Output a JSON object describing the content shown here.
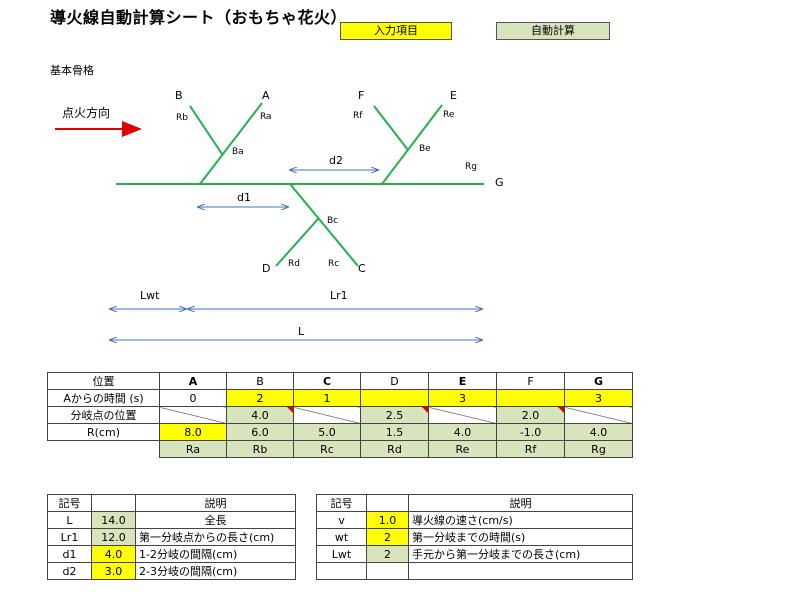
{
  "title": "導火線自動計算シート（おもちゃ花火）",
  "legend": {
    "input": "入力項目",
    "auto": "自動計算"
  },
  "section_label": "基本骨格",
  "diagram": {
    "direction_label": "点火方向",
    "points": {
      "A": "A",
      "B": "B",
      "C": "C",
      "D": "D",
      "E": "E",
      "F": "F",
      "G": "G"
    },
    "r_labels": {
      "Ra": "Ra",
      "Rb": "Rb",
      "Rc": "Rc",
      "Rd": "Rd",
      "Re": "Re",
      "Rf": "Rf",
      "Rg": "Rg"
    },
    "branch_labels": {
      "Ba": "Ba",
      "Bc": "Bc",
      "Be": "Be"
    },
    "dims": {
      "d1": "d1",
      "d2": "d2",
      "Lwt": "Lwt",
      "Lr1": "Lr1",
      "L": "L"
    },
    "colors": {
      "fuse": "#22b14c",
      "arrow": "#e00000",
      "dim": "#4472c4"
    }
  },
  "main_table": {
    "row_headers": [
      "位置",
      "Aからの時間 (s)",
      "分岐点の位置",
      "R(cm)"
    ],
    "columns": [
      "A",
      "B",
      "C",
      "D",
      "E",
      "F",
      "G"
    ],
    "bold_columns": [
      0,
      2,
      4,
      6
    ],
    "time": [
      "0",
      "2",
      "1",
      "",
      "3",
      "",
      "3"
    ],
    "branch_pos": [
      "",
      "4.0",
      "",
      "2.5",
      "",
      "2.0",
      ""
    ],
    "r_values": [
      "8.0",
      "6.0",
      "5.0",
      "1.5",
      "4.0",
      "-1.0",
      "4.0"
    ],
    "r_names": [
      "Ra",
      "Rb",
      "Rc",
      "Rd",
      "Re",
      "Rf",
      "Rg"
    ]
  },
  "sym_table_1": {
    "headers": {
      "symbol": "記号",
      "desc": "説明"
    },
    "rows": [
      {
        "symbol": "L",
        "value": "14.0",
        "desc": "全長"
      },
      {
        "symbol": "Lr1",
        "value": "12.0",
        "desc": "第一分岐点からの長さ(cm)"
      },
      {
        "symbol": "d1",
        "value": "4.0",
        "desc": "1-2分岐の間隔(cm)"
      },
      {
        "symbol": "d2",
        "value": "3.0",
        "desc": "2-3分岐の間隔(cm)"
      }
    ]
  },
  "sym_table_2": {
    "headers": {
      "symbol": "記号",
      "desc": "説明"
    },
    "rows": [
      {
        "symbol": "v",
        "value": "1.0",
        "desc": "導火線の速さ(cm/s)"
      },
      {
        "symbol": "wt",
        "value": "2",
        "desc": "第一分岐までの時間(s)"
      },
      {
        "symbol": "Lwt",
        "value": "2",
        "desc": "手元から第一分岐までの長さ(cm)"
      }
    ]
  }
}
